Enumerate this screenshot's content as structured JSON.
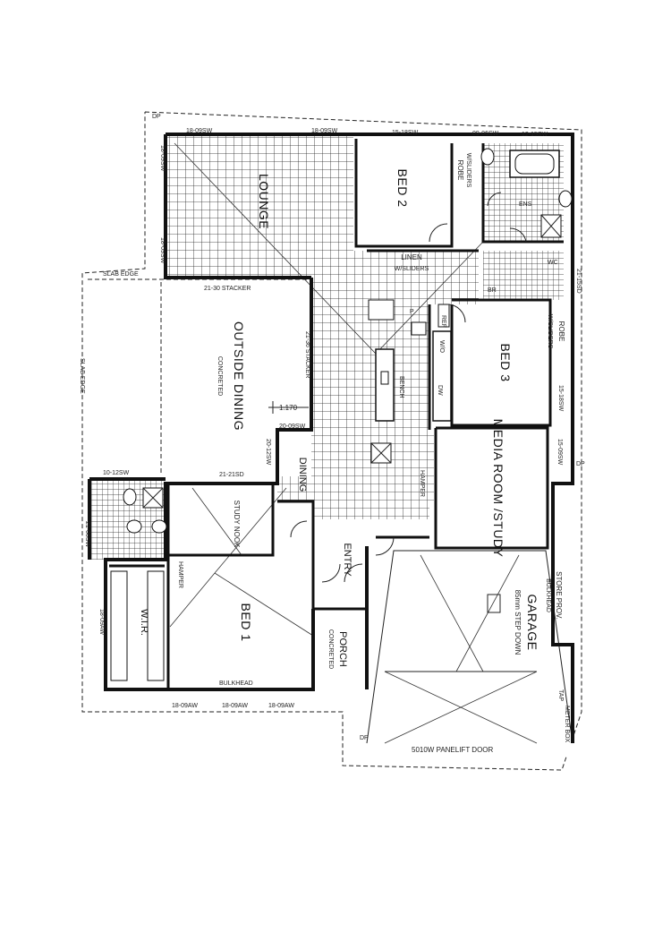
{
  "rooms": {
    "lounge": "LOUNGE",
    "bed2": "BED 2",
    "bed3": "BED 3",
    "bed1": "BED 1",
    "outside_dining": "OUTSIDE DINING",
    "outside_dining_note": "CONCRETED",
    "dining": "DINING",
    "media_room": "MEDIA ROOM /STUDY",
    "garage": "GARAGE",
    "garage_note": "85mm STEP DOWN",
    "porch": "PORCH",
    "porch_note": "CONCRETED",
    "entry": "ENTRY",
    "study_nook": "STUDY NOOK",
    "wir": "W.I.R.",
    "linen": "LINEN",
    "linen_note": "W/SLIDERS",
    "robe2": "ROBE",
    "robe2_note": "W/SLIDERS",
    "robe3": "ROBE",
    "robe3_note": "W/SLIDERS",
    "store": "STORE PROV.",
    "store_note": "BULKHEAD",
    "hamper_ens": "HAMPER",
    "hamper_hall": "HAMPER"
  },
  "windows": {
    "top1": "18-09SW",
    "top2": "18-09SW",
    "top3": "15-18SW",
    "top4": "09-06SW",
    "top5": "12-15SW",
    "right_top": "21-15SD",
    "bed3_side": "15-18SW",
    "media_side": "15-09SW",
    "lounge_left1": "18-09SW",
    "lounge_left2": "18-09SW",
    "stacker1": "21-30 STACKER",
    "stacker2": "21-36 STACKER",
    "dining_sw": "20-09SW",
    "dining_side": "20-12SW",
    "dining_bottom": "21-21SD",
    "ens_window": "10-12SW",
    "ens_side": "21-06SW",
    "wir_side": "18-09AW",
    "bed1_b1": "18-09AW",
    "bed1_b2": "18-09AW",
    "bed1_b3": "18-09AW",
    "garage_door": "5010W PANELIFT DOOR",
    "bulkhead": "BULKHEAD",
    "slab_edge1": "SLAB EDGE",
    "slab_edge2": "SLAB EDGE",
    "dim_1170": "1.170",
    "meter_box": "METER BOX",
    "tap": "TAP",
    "dp": "DP"
  },
  "kitchen_labels": {
    "pantry": "P",
    "fridge": "REF",
    "wo": "W/O",
    "dw": "DW",
    "bench": "BENCH",
    "bar": "BR",
    "ensuite": "ENS",
    "wc": "WC"
  }
}
